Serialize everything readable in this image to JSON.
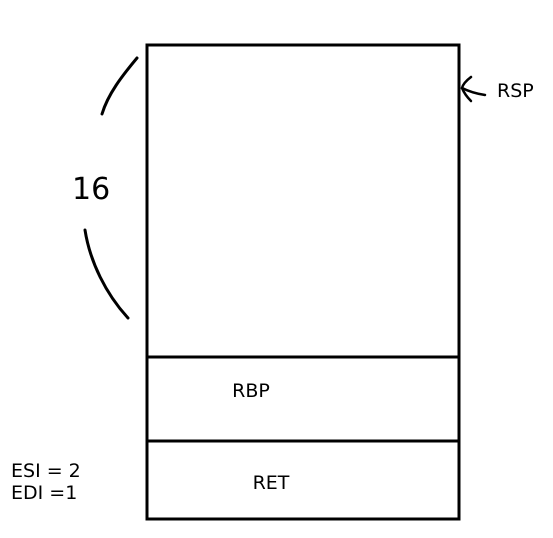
{
  "stack": {
    "regions": [
      {
        "label": ""
      },
      {
        "label": "RBP"
      },
      {
        "label": "RET"
      }
    ]
  },
  "pointer": {
    "label": "RSP"
  },
  "brace": {
    "label": "16"
  },
  "registers": {
    "esi": "ESI = 2",
    "edi": "EDI =1"
  },
  "colors": {
    "stroke": "#000000",
    "background": "#ffffff"
  }
}
